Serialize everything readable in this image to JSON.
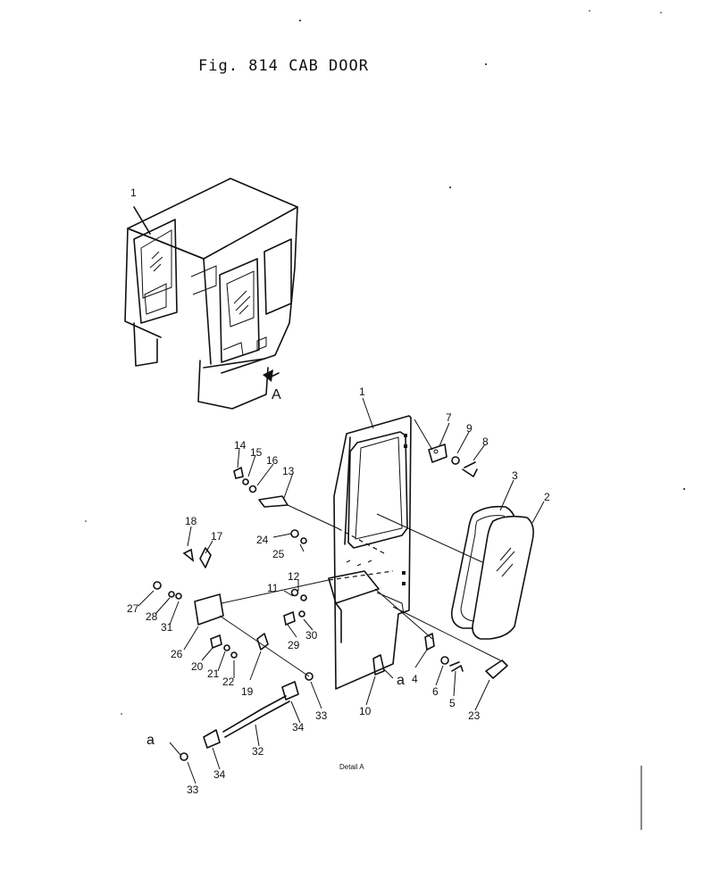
{
  "title": "Fig. 814 CAB DOOR",
  "view_label": "A",
  "detail_label": "Detail A",
  "connector_label": "a",
  "callouts": {
    "c1_cab": "1",
    "c1": "1",
    "c2": "2",
    "c3": "3",
    "c4": "4",
    "c5": "5",
    "c6": "6",
    "c7": "7",
    "c8": "8",
    "c9": "9",
    "c10": "10",
    "c11": "11",
    "c12": "12",
    "c13": "13",
    "c14": "14",
    "c15": "15",
    "c16": "16",
    "c17": "17",
    "c18": "18",
    "c19": "19",
    "c20": "20",
    "c21": "21",
    "c22": "22",
    "c23": "23",
    "c24": "24",
    "c25": "25",
    "c26": "26",
    "c27": "27",
    "c28": "28",
    "c29": "29",
    "c30": "30",
    "c31": "31",
    "c32": "32",
    "c33a": "33",
    "c33b": "33",
    "c34a": "34",
    "c34b": "34"
  }
}
